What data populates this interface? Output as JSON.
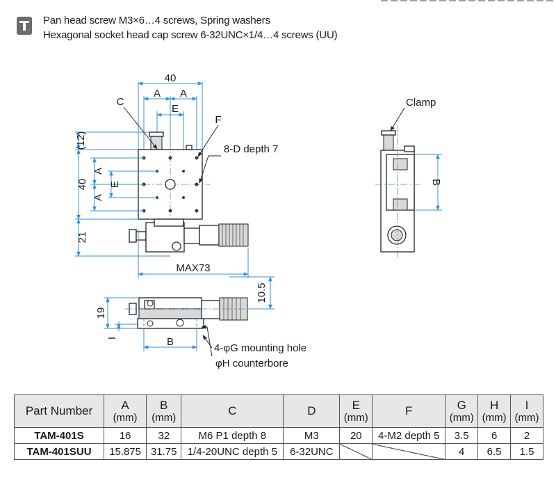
{
  "notes": [
    "Pan head screw M3×6…4 screws, Spring washers",
    "Hexagonal socket head cap screw 6-32UNC×1/4…4 screws (UU)"
  ],
  "drawing_labels": {
    "dim_40_top": "40",
    "dim_A1": "A",
    "dim_A2": "A",
    "dim_E_top": "E",
    "label_C": "C",
    "label_F": "F",
    "label_8D": "8-D depth 7",
    "dim_12": "(12)",
    "dim_A_left1": "A",
    "dim_40_left": "40",
    "dim_E_left": "E",
    "dim_A_left2": "A",
    "dim_21": "21",
    "dim_max73": "MAX73",
    "dim_10_5": "10.5",
    "dim_19": "19",
    "dim_I": "I",
    "dim_B_bottom": "B",
    "label_mounting": "4-φG mounting hole",
    "label_counterbore": "φH counterbore",
    "label_clamp": "Clamp",
    "dim_B_side": "B"
  },
  "table": {
    "headers": [
      {
        "main": "Part Number",
        "unit": ""
      },
      {
        "main": "A",
        "unit": "(mm)"
      },
      {
        "main": "B",
        "unit": "(mm)"
      },
      {
        "main": "C",
        "unit": ""
      },
      {
        "main": "D",
        "unit": ""
      },
      {
        "main": "E",
        "unit": "(mm)"
      },
      {
        "main": "F",
        "unit": ""
      },
      {
        "main": "G",
        "unit": "(mm)"
      },
      {
        "main": "H",
        "unit": "(mm)"
      },
      {
        "main": "I",
        "unit": "(mm)"
      }
    ],
    "rows": [
      {
        "part": "TAM-401S",
        "a": "16",
        "b": "32",
        "c": "M6 P1 depth 8",
        "d": "M3",
        "e": "20",
        "f": "4-M2 depth 5",
        "g": "3.5",
        "h": "6",
        "i": "2"
      },
      {
        "part": "TAM-401SUU",
        "a": "15.875",
        "b": "31.75",
        "c": "1/4-20UNC depth 5",
        "d": "6-32UNC",
        "e": "",
        "f": "",
        "g": "4",
        "h": "6.5",
        "i": "1.5"
      }
    ]
  },
  "colors": {
    "dimension_line": "#3a8fd6",
    "table_header_bg": "#e6e7e9",
    "icon": "#6b6b6b"
  },
  "icons": [
    "note-icon"
  ]
}
